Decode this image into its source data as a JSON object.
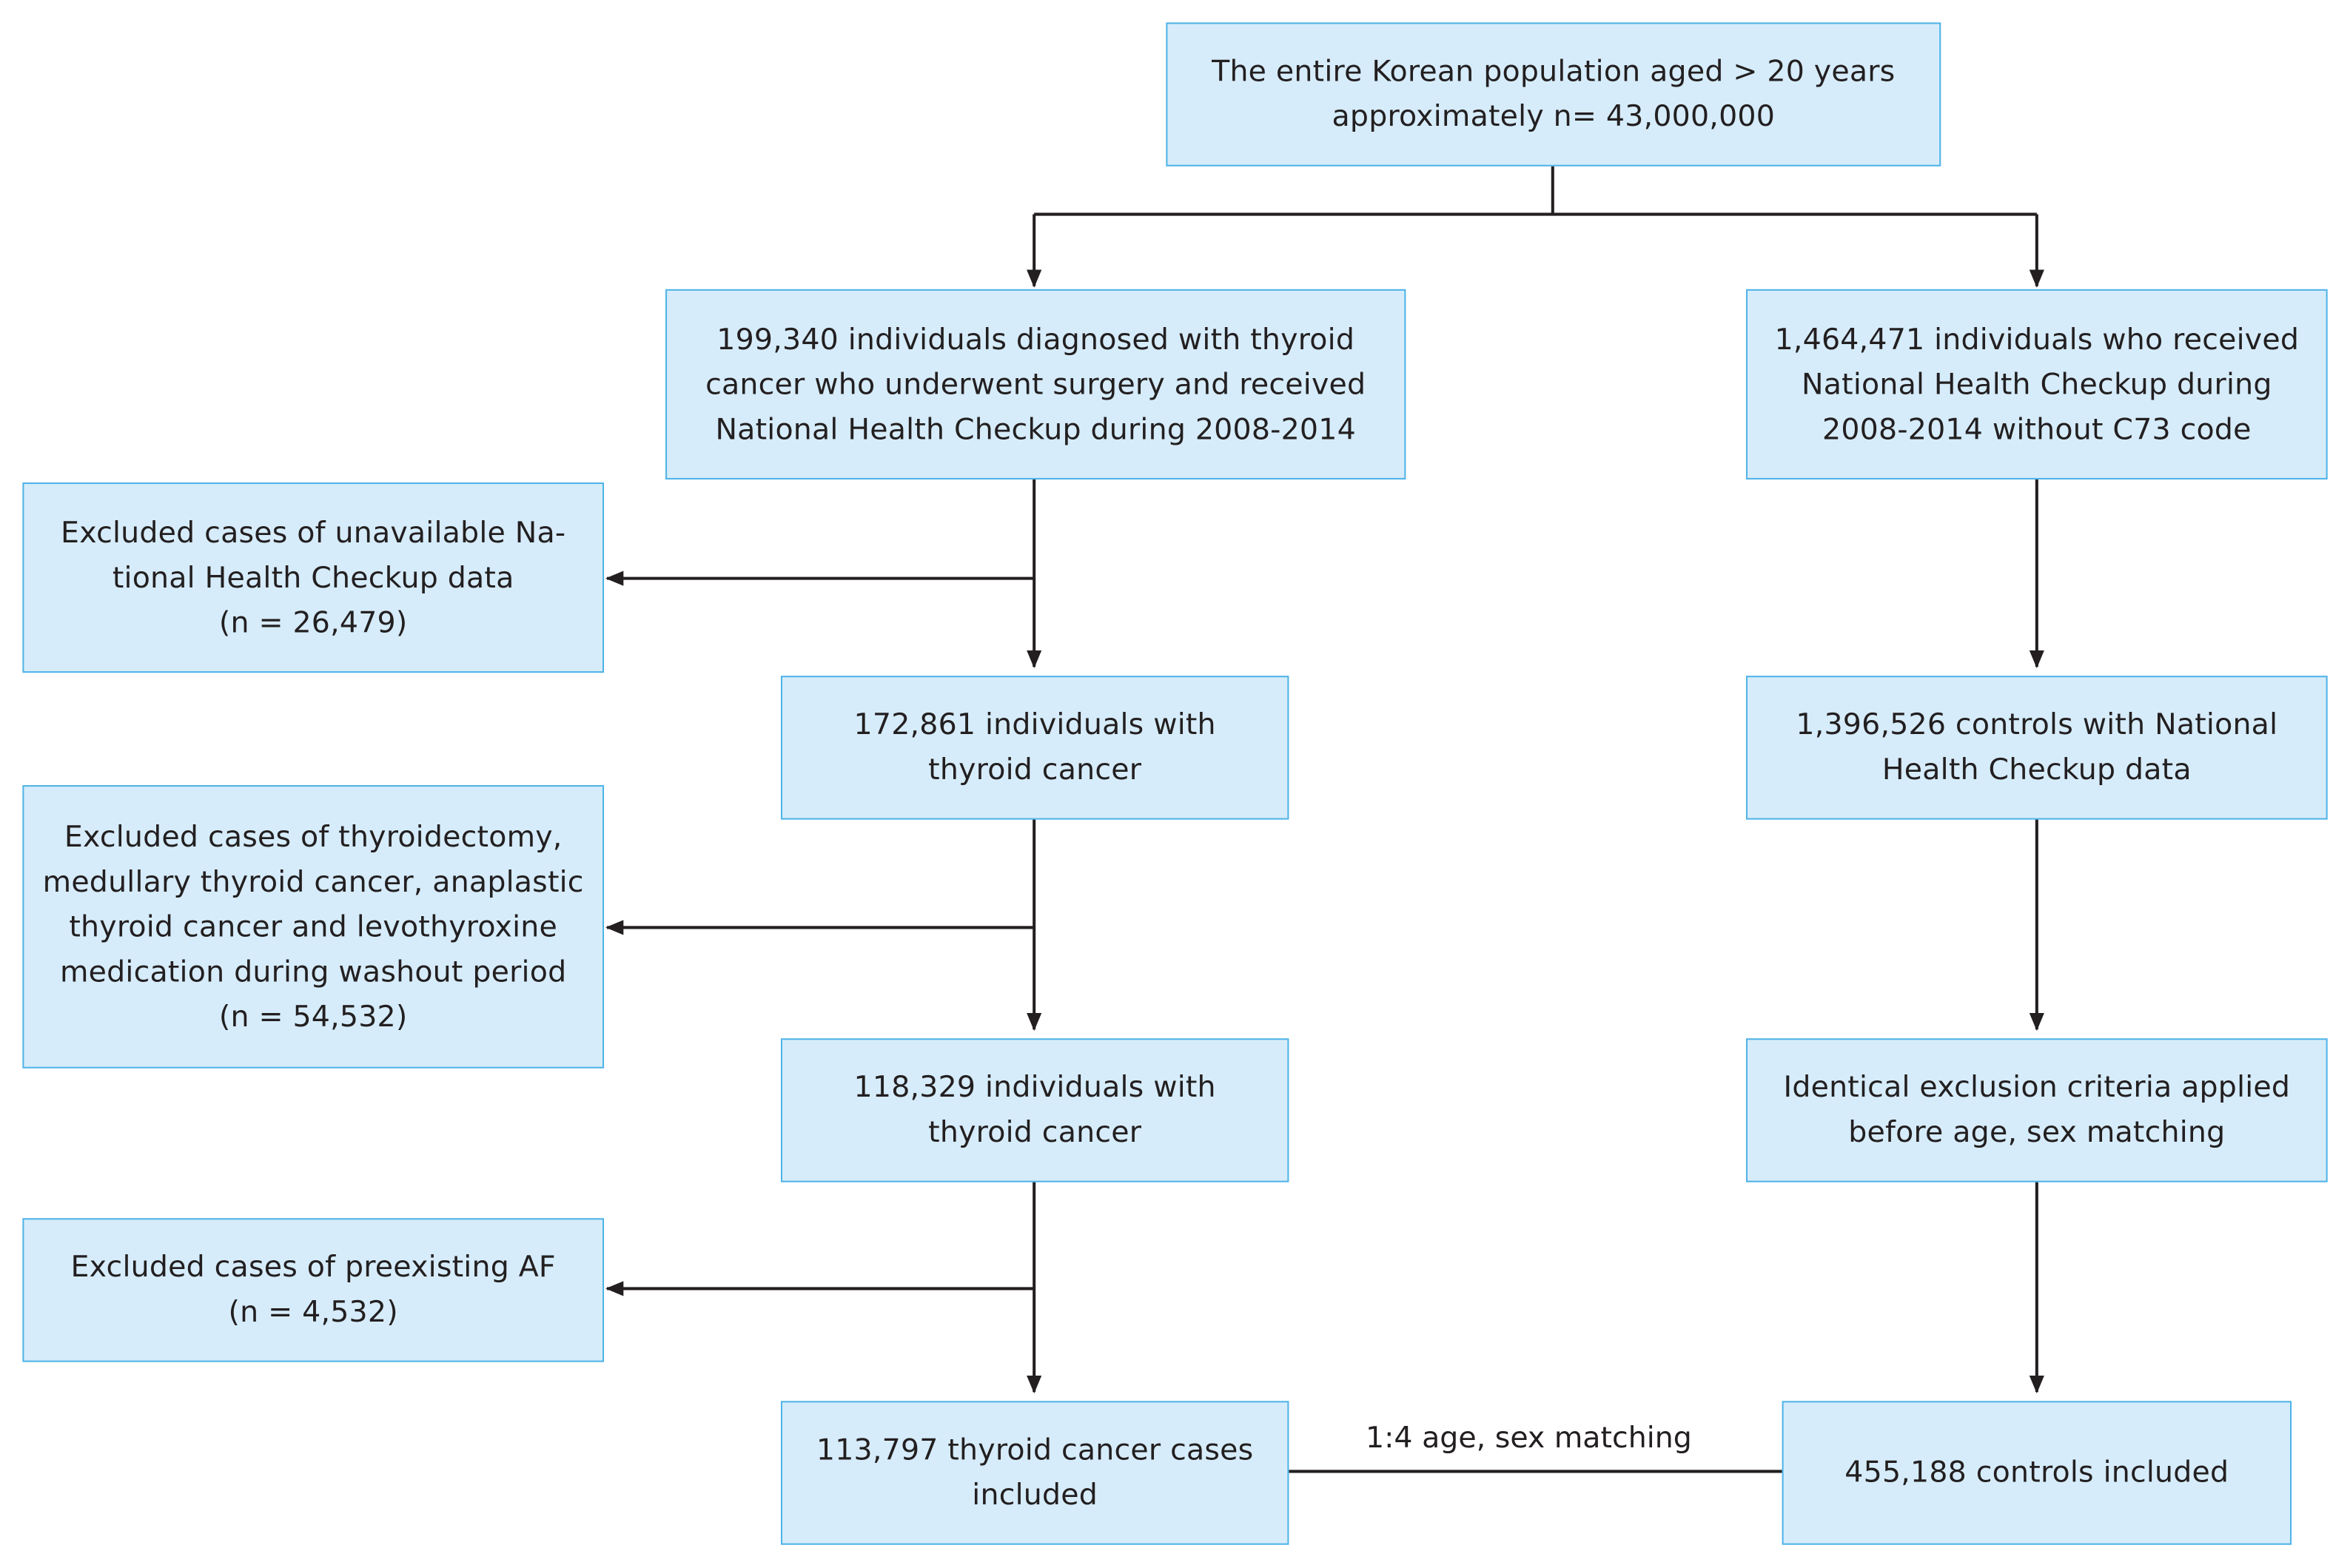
{
  "boxes": {
    "population": "The entire Korean population aged > 20 years\napproximately n= 43,000,000",
    "cases_diagnosed": "199,340 individuals diagnosed with thyroid\ncancer who underwent surgery and received\nNational Health Checkup during 2008-2014",
    "controls_checkup": "1,464,471 individuals who received\nNational Health Checkup during\n2008-2014 without C73 code",
    "excluded_checkup": "Excluded cases of unavailable Na-\ntional Health Checkup data\n(n = 26,479)",
    "cases_172": "172,861 individuals with\nthyroid cancer",
    "controls_1396": "1,396,526 controls with National\nHealth Checkup data",
    "excluded_washout": "Excluded cases of thyroidectomy,\nmedullary thyroid cancer, anaplastic\nthyroid cancer and levothyroxine\nmedication during washout period\n(n = 54,532)",
    "cases_118": "118,329 individuals with\nthyroid cancer",
    "controls_identical": "Identical exclusion criteria applied\nbefore age, sex matching",
    "excluded_af": "Excluded cases of preexisting AF\n(n = 4,532)",
    "cases_included": "113,797 thyroid cancer cases\nincluded",
    "controls_included": "455,188 controls included"
  },
  "matching_label": "1:4 age, sex matching",
  "colors": {
    "box_fill": "#d6ecfa",
    "box_border": "#4fb3e8",
    "line": "#231f20"
  }
}
